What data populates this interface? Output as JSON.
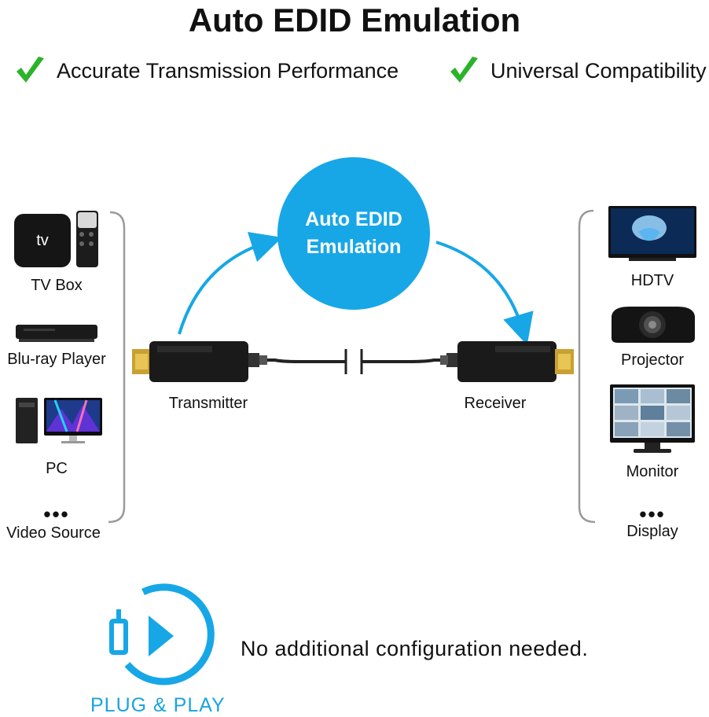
{
  "title": "Auto EDID Emulation",
  "features": [
    {
      "label": "Accurate Transmission Performance",
      "icon": "checkmark-icon"
    },
    {
      "label": "Universal Compatibility",
      "icon": "checkmark-icon"
    }
  ],
  "center_badge": {
    "line1": "Auto EDID",
    "line2": "Emulation",
    "color": "#17a7e7"
  },
  "devices": {
    "transmitter": "Transmitter",
    "receiver": "Receiver"
  },
  "sources": {
    "items": [
      "TV Box",
      "Blu-ray Player",
      "PC"
    ],
    "ellipsis": "•••",
    "group_label": "Video Source"
  },
  "displays": {
    "items": [
      "HDTV",
      "Projector",
      "Monitor"
    ],
    "ellipsis": "•••",
    "group_label": "Display"
  },
  "plug_play": {
    "label": "PLUG & PLAY",
    "note": "No additional configuration needed.",
    "color": "#1aa4df"
  },
  "tv_logo_text": "tv",
  "colors": {
    "check": "#2bb32b",
    "accent": "#17a7e7",
    "bracket": "#9a9a9a"
  }
}
